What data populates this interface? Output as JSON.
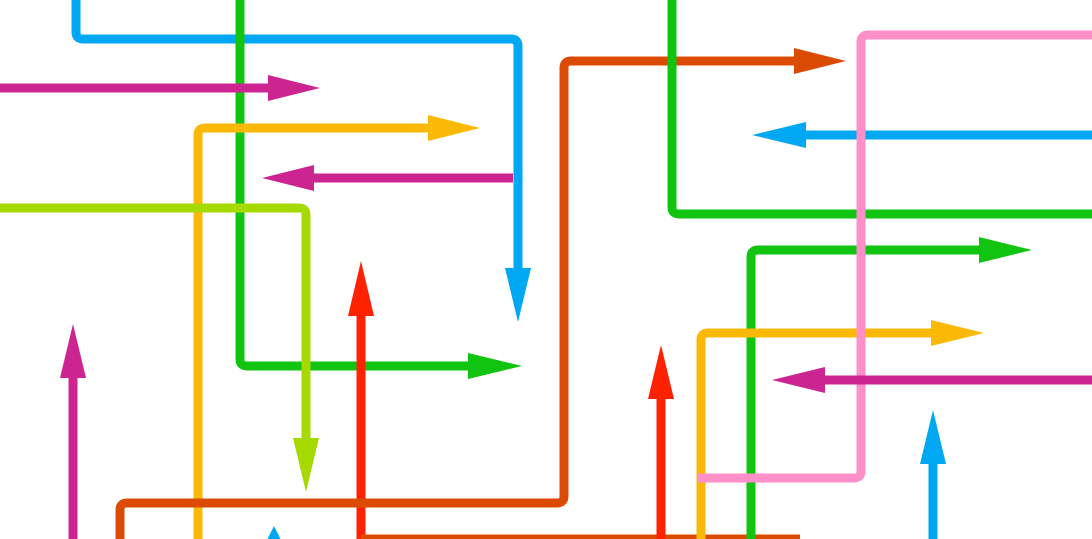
{
  "colors": {
    "blue": "#00a8f3",
    "green": "#10c40f",
    "magenta": "#cc2592",
    "orange": "#fbb805",
    "lime": "#a5da00",
    "red": "#ff2200",
    "rust": "#dc4b04",
    "pink": "#ff8fc8",
    "background": "#ffffff"
  },
  "arrows": [
    {
      "name": "blue-top-left-path-arrow",
      "color": "blue",
      "direction": "down"
    },
    {
      "name": "green-left-vertical-path-arrow",
      "color": "green",
      "direction": "right"
    },
    {
      "name": "magenta-top-left-arrow",
      "color": "magenta",
      "direction": "right"
    },
    {
      "name": "orange-upper-left-arrow",
      "color": "orange",
      "direction": "right"
    },
    {
      "name": "magenta-center-left-arrow",
      "color": "magenta",
      "direction": "left"
    },
    {
      "name": "lime-left-arrow",
      "color": "lime",
      "direction": "down"
    },
    {
      "name": "magenta-bottom-left-arrow",
      "color": "magenta",
      "direction": "up"
    },
    {
      "name": "red-left-arrow",
      "color": "red",
      "direction": "up"
    },
    {
      "name": "rust-center-arrow",
      "color": "rust",
      "direction": "right"
    },
    {
      "name": "red-center-arrow",
      "color": "red",
      "direction": "up"
    },
    {
      "name": "green-top-right-line",
      "color": "green",
      "direction": "none"
    },
    {
      "name": "pink-right-line",
      "color": "pink",
      "direction": "none"
    },
    {
      "name": "blue-right-arrow",
      "color": "blue",
      "direction": "left"
    },
    {
      "name": "green-right-arrow",
      "color": "green",
      "direction": "right"
    },
    {
      "name": "orange-right-arrow",
      "color": "orange",
      "direction": "right"
    },
    {
      "name": "magenta-right-arrow",
      "color": "magenta",
      "direction": "left"
    },
    {
      "name": "blue-bottom-right-arrow",
      "color": "blue",
      "direction": "up"
    },
    {
      "name": "blue-bottom-left-arrow",
      "color": "blue",
      "direction": "up"
    }
  ]
}
